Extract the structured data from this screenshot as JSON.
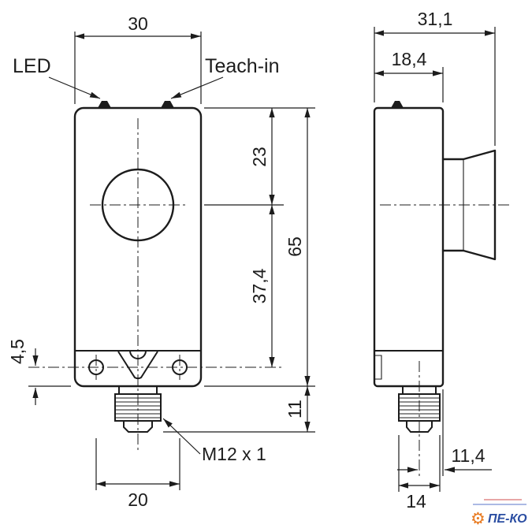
{
  "drawing": {
    "labels": {
      "led": "LED",
      "teach_in": "Teach-in",
      "thread_spec": "M12 x 1"
    },
    "front_view": {
      "width": "30",
      "lens_center_from_top": "23",
      "total_height": "65",
      "lens_center_to_holes": "37,4",
      "holes_to_bottom": "4,5",
      "connector_height": "11",
      "hole_spacing": "20"
    },
    "side_view": {
      "total_depth": "31,1",
      "body_depth": "18,4",
      "connector_axis_offset": "11,4",
      "connector_depth": "14"
    }
  },
  "watermark": {
    "text": "ПЕ-КО",
    "text_color": "#2b4ea2",
    "accent_color": "#e87a20",
    "icons": {
      "gear": "⚙"
    }
  }
}
